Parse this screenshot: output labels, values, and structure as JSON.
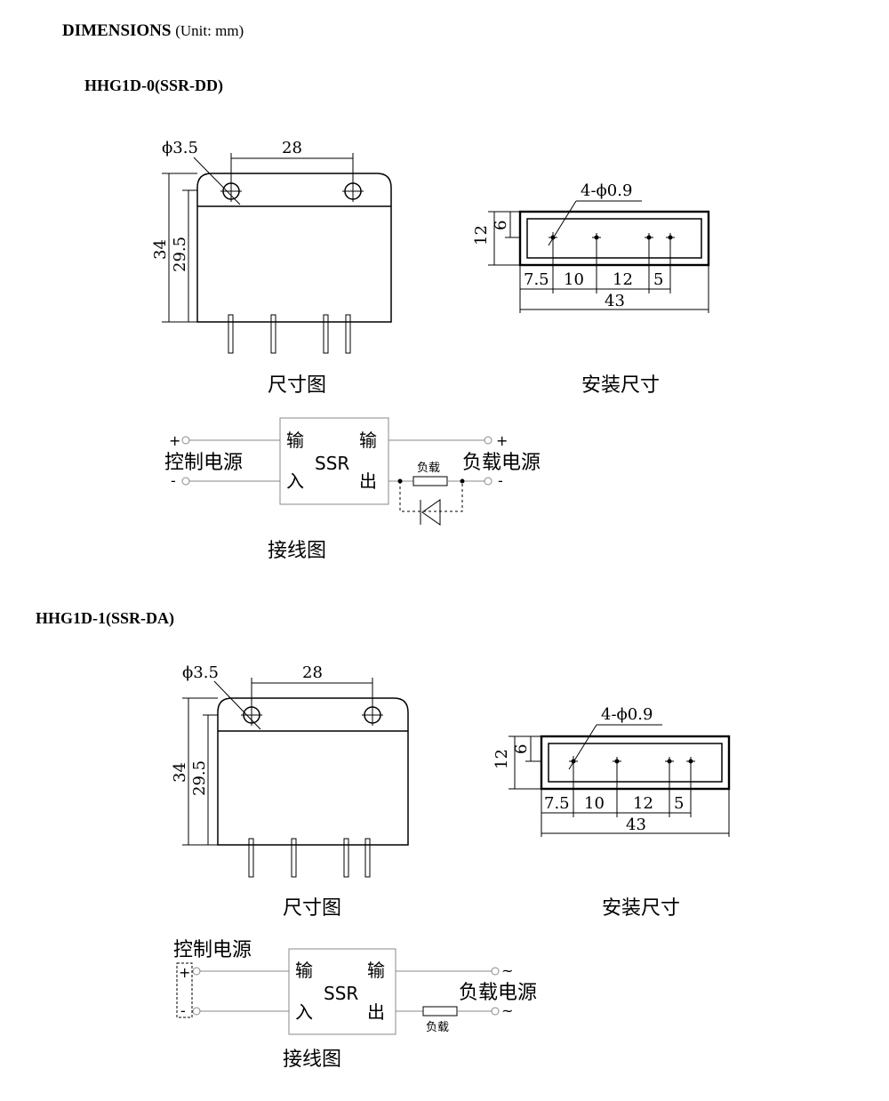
{
  "header": {
    "title_bold": "DIMENSIONS",
    "title_unit": "(Unit: mm)"
  },
  "models": [
    {
      "name": "HHG1D-0(SSR-DD)",
      "dims": {
        "hole": "ϕ3.5",
        "hole_spacing": "28",
        "total_height": "34",
        "body_height": "29.5"
      },
      "install": {
        "pins": "4-ϕ0.9",
        "height": "12",
        "pin_row": "6",
        "s1": "7.5",
        "s2": "10",
        "s3": "12",
        "s4": "5",
        "width": "43"
      },
      "captions": {
        "dimension": "尺寸图",
        "install": "安装尺寸",
        "wiring": "接线图"
      },
      "wiring": {
        "control_power": "控制电源",
        "input_char1": "输",
        "input_char2": "入",
        "output_char1": "输",
        "output_char2": "出",
        "ssr": "SSR",
        "load": "负载",
        "load_power": "负载电源",
        "plus": "+",
        "minus": "-"
      }
    },
    {
      "name": "HHG1D-1(SSR-DA)",
      "dims": {
        "hole": "ϕ3.5",
        "hole_spacing": "28",
        "total_height": "34",
        "body_height": "29.5"
      },
      "install": {
        "pins": "4-ϕ0.9",
        "height": "12",
        "pin_row": "6",
        "s1": "7.5",
        "s2": "10",
        "s3": "12",
        "s4": "5",
        "width": "43"
      },
      "captions": {
        "dimension": "尺寸图",
        "install": "安装尺寸",
        "wiring": "接线图"
      },
      "wiring": {
        "control_power": "控制电源",
        "input_char1": "输",
        "input_char2": "入",
        "output_char1": "输",
        "output_char2": "出",
        "ssr": "SSR",
        "load": "负载",
        "load_power": "负载电源",
        "plus": "+",
        "minus": "-",
        "ac": "~"
      }
    }
  ]
}
